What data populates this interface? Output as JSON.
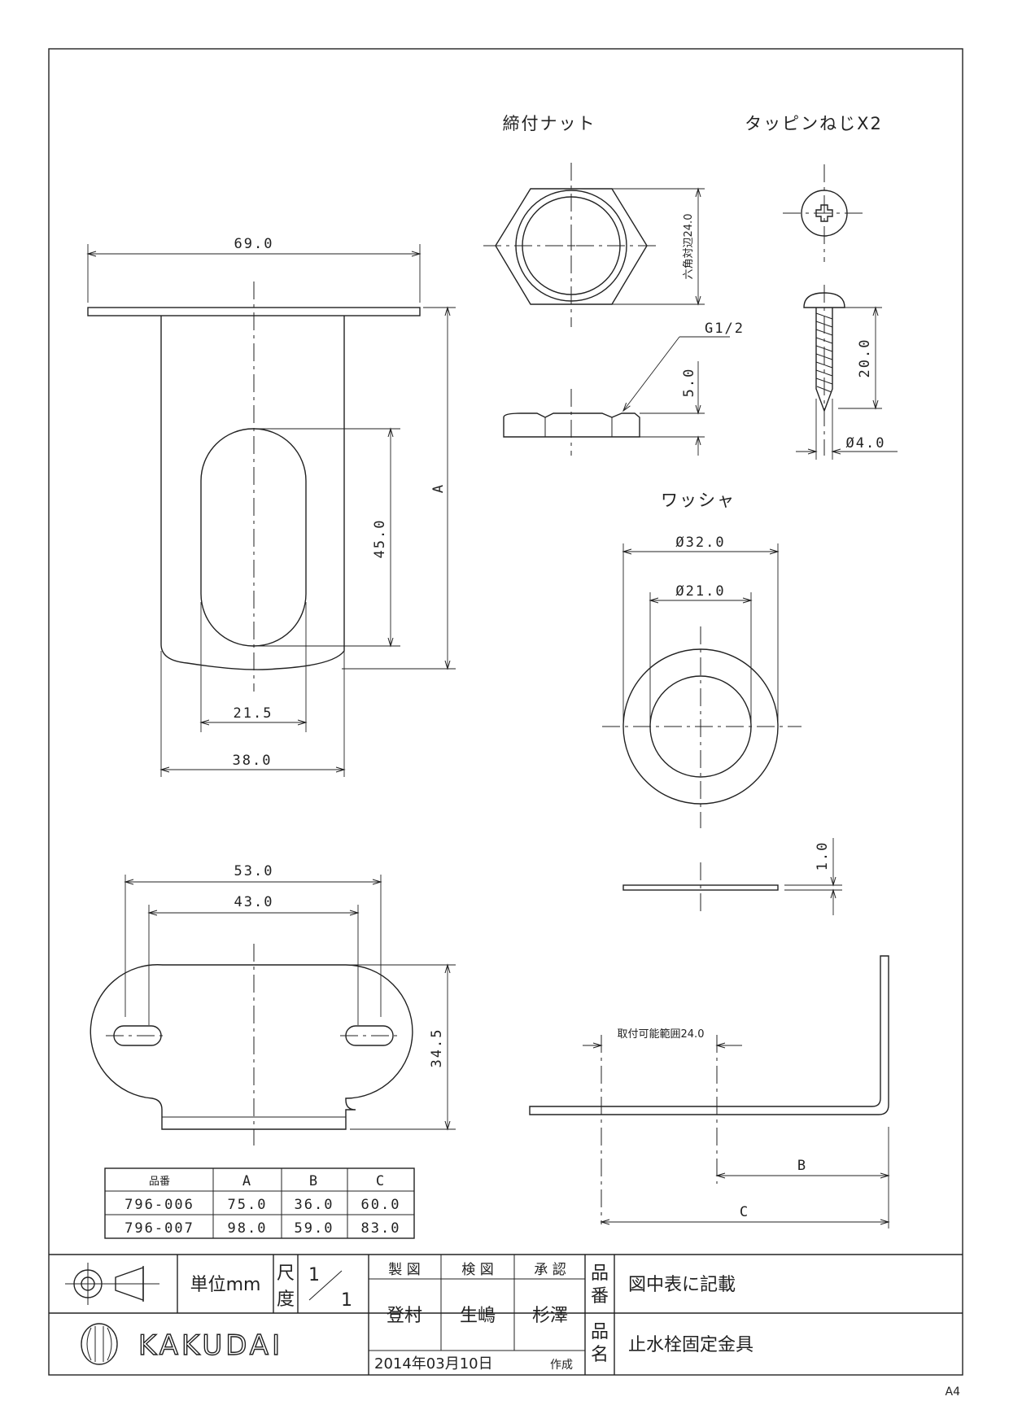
{
  "labels": {
    "nut_title": "締付ナット",
    "screw_title": "タッピンねじX2",
    "washer_title": "ワッシャ",
    "g_thread": "G1/2",
    "hex_across": "六角対辺24.0",
    "nut_height": "5.0",
    "screw_len": "20.0",
    "screw_dia": "Ø4.0",
    "washer_od": "Ø32.0",
    "washer_id": "Ø21.0",
    "washer_t": "1.0",
    "plate_w": "69.0",
    "dim_A": "A",
    "slot_h": "45.0",
    "slot_w": "21.5",
    "body_w": "38.0",
    "base_w": "53.0",
    "base_pitch": "43.0",
    "base_h": "34.5",
    "mount_range": "取付可能範囲24.0",
    "dim_B": "B",
    "dim_C": "C"
  },
  "table": {
    "headers": [
      "品番",
      "A",
      "B",
      "C"
    ],
    "rows": [
      [
        "796-006",
        "75.0",
        "36.0",
        "60.0"
      ],
      [
        "796-007",
        "98.0",
        "59.0",
        "83.0"
      ]
    ]
  },
  "title_block": {
    "unit": "単位mm",
    "scale_label": "尺度",
    "scale_num": "1",
    "scale_den": "1",
    "drawn_h": "製 図",
    "checked_h": "検 図",
    "approved_h": "承 認",
    "drawn": "登村",
    "checked": "生嶋",
    "approved": "杉澤",
    "part_no_label": "品番",
    "part_no": "図中表に記載",
    "part_name_label": "品名",
    "part_name": "止水栓固定金具",
    "date": "2014年03月10日",
    "created": "作成",
    "brand": "KAKUDAI"
  },
  "sheet": "A4"
}
